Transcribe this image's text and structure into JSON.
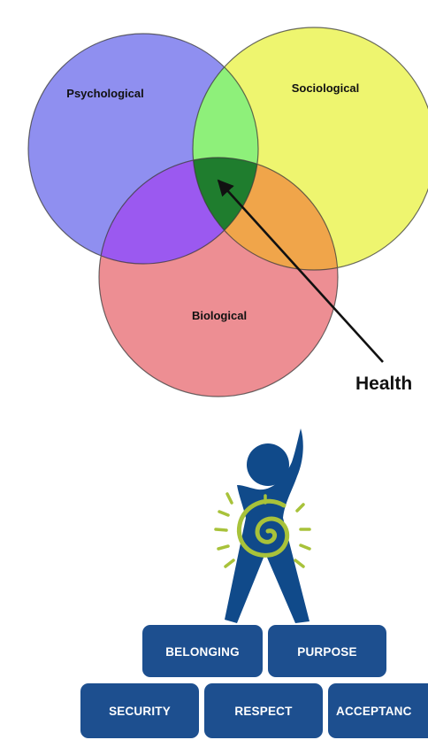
{
  "venn": {
    "labels": {
      "psychological": "Psychological",
      "sociological": "Sociological",
      "biological": "Biological",
      "health": "Health"
    },
    "colors": {
      "psychological": "#8f8ff0",
      "sociological": "#eef56f",
      "biological": "#ed8e93",
      "psych_socio_overlap": "#8ef07a",
      "psych_bio_overlap": "#9b59f0",
      "socio_bio_overlap": "#f0a54a",
      "center_overlap": "#1f7d2e"
    }
  },
  "figure": {
    "colors": {
      "body": "#104a8a",
      "spiral": "#a8c23a",
      "block": "#1d4f8f"
    },
    "blocks": {
      "top": [
        "BELONGING",
        "PURPOSE"
      ],
      "bottom": [
        "SECURITY",
        "RESPECT",
        "ACCEPTANC"
      ]
    }
  }
}
